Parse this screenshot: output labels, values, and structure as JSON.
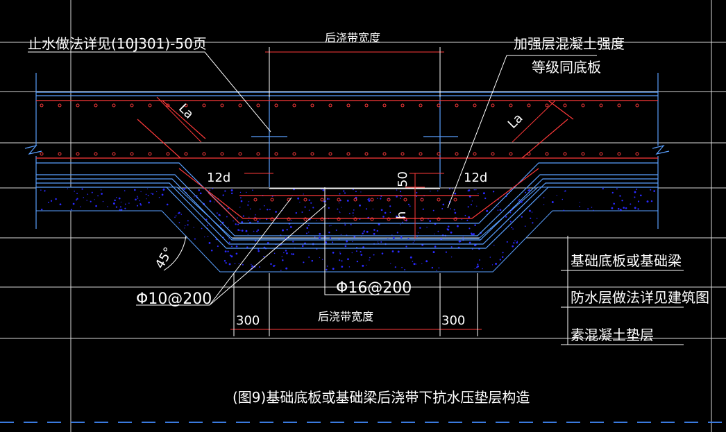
{
  "labels": {
    "waterstop": "止水做法详见(10J301)-50页",
    "band_width_top": "后浇带宽度",
    "reinforce_line1": "加强层混凝土强度",
    "reinforce_line2": "等级同底板",
    "lap_left": "La",
    "lap_right": "La",
    "hook_left": "12d",
    "hook_right": "12d",
    "dim_50": "50",
    "dim_h": "h",
    "angle": "45°",
    "rebar_phi10": "Φ10@200",
    "rebar_phi16": "Φ16@200",
    "dim_300_left": "300",
    "band_width_bottom": "后浇带宽度",
    "dim_300_right": "300",
    "legend_slab": "基础底板或基础梁",
    "legend_waterproof": "防水层做法详见建筑图",
    "legend_cushion": "素混凝土垫层",
    "caption": "(图9)基础底板或基础梁后浇带下抗水压垫层构造"
  },
  "colors": {
    "background": "#000000",
    "grid": "#d8d8d8",
    "structure": "#5aa0ff",
    "rebar": "#ff3a3a",
    "concrete_dots": "#2a2aff",
    "annotation": "#ffffff",
    "dash": "#3a7adf"
  }
}
